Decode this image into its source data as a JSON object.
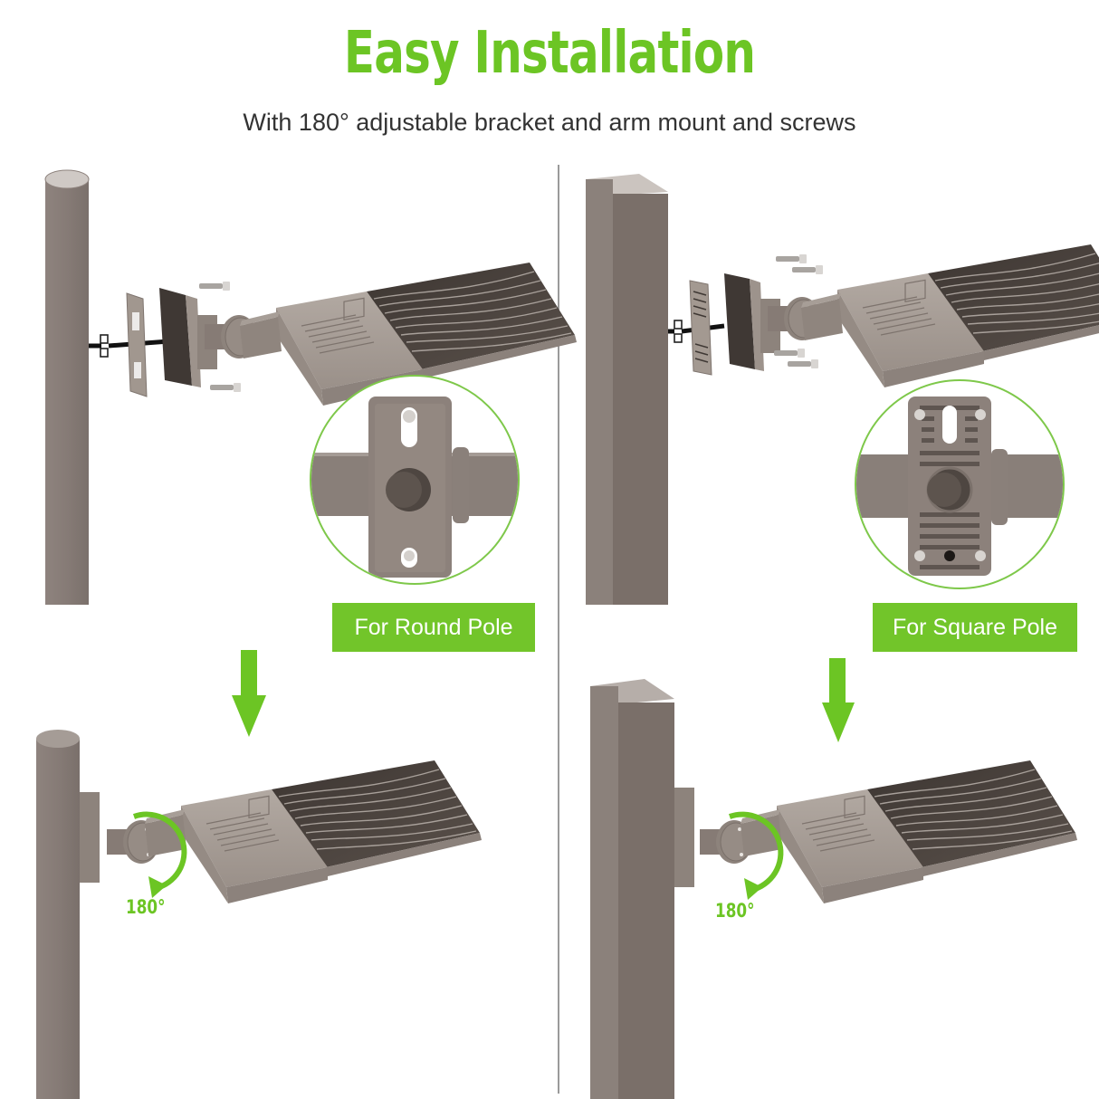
{
  "header": {
    "title": "Easy Installation",
    "subtitle": "With 180° adjustable bracket and arm mount and screws"
  },
  "panels": [
    {
      "id": "round",
      "label": "For Round Pole",
      "pole_shape": "round",
      "rotation_label": "180°"
    },
    {
      "id": "square",
      "label": "For Square Pole",
      "pole_shape": "square",
      "rotation_label": "180°"
    }
  ],
  "icons": {
    "arrow": "down-arrow-icon",
    "rotate": "rotate-arrow-icon",
    "connector": "wire-connector-icon",
    "screw": "screw-icon"
  },
  "colors": {
    "accent_green": "#6cc524",
    "label_green": "#72c52a",
    "pole_bronze": "#857a74",
    "fixture_bronze": "#9e948c",
    "heatsink_dark": "#4a423d",
    "text_dark": "#333333"
  }
}
